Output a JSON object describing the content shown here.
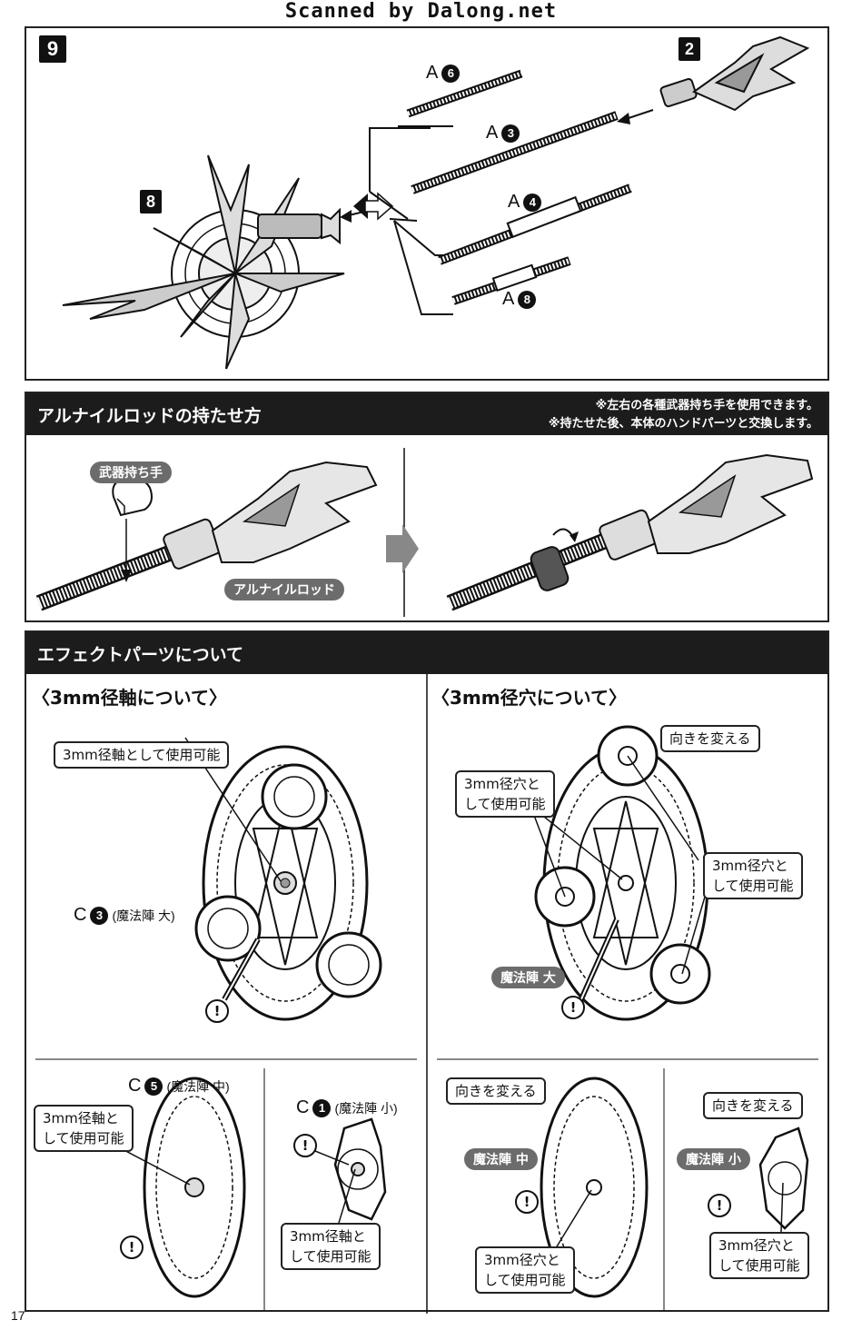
{
  "scan_header": "Scanned by Dalong.net",
  "step9": {
    "step_number": "9",
    "sub_step_8": "8",
    "sub_step_2": "2",
    "rods": [
      {
        "letter": "A",
        "num": "6"
      },
      {
        "letter": "A",
        "num": "3"
      },
      {
        "letter": "A",
        "num": "4"
      },
      {
        "letter": "A",
        "num": "8"
      }
    ]
  },
  "grip_section": {
    "title": "アルナイルロッドの持たせ方",
    "note1": "※左右の各種武器持ち手を使用できます。",
    "note2": "※持たせた後、本体のハンドパーツと交換します。",
    "hand_label": "武器持ち手",
    "rod_label": "アルナイルロッド"
  },
  "effect_section": {
    "title": "エフェクトパーツについて",
    "left_title": "〈3mm径軸について〉",
    "right_title": "〈3mm径穴について〉",
    "left_main": {
      "callout": "3mm径軸として使用可能",
      "part_letter": "C",
      "part_num": "3",
      "part_name": "(魔法陣 大)"
    },
    "left_mid": {
      "part_letter": "C",
      "part_num": "5",
      "part_name": "(魔法陣 中)",
      "callout_l1": "3mm径軸と",
      "callout_l2": "して使用可能"
    },
    "left_small": {
      "part_letter": "C",
      "part_num": "1",
      "part_name": "(魔法陣 小)",
      "callout_l1": "3mm径軸と",
      "callout_l2": "して使用可能"
    },
    "right_main": {
      "turn_label": "向きを変える",
      "hole_l1": "3mm径穴と",
      "hole_l2": "して使用可能",
      "hole2_l1": "3mm径穴と",
      "hole2_l2": "して使用可能",
      "pill": "魔法陣 大"
    },
    "right_mid": {
      "turn_label": "向きを変える",
      "pill": "魔法陣 中",
      "hole_l1": "3mm径穴と",
      "hole_l2": "して使用可能"
    },
    "right_small": {
      "turn_label": "向きを変える",
      "pill": "魔法陣 小",
      "hole_l1": "3mm径穴と",
      "hole_l2": "して使用可能"
    },
    "warn_symbol": "!"
  },
  "page_number": "17"
}
